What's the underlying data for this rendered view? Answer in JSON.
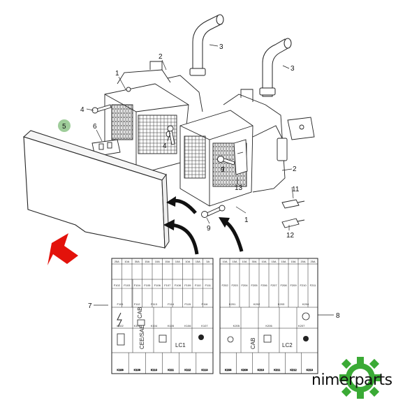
{
  "callouts": {
    "c1a": "1",
    "c1b": "1",
    "c2a": "2",
    "c2b": "2",
    "c3a": "3",
    "c3b": "3",
    "c4a": "4",
    "c4b": "4",
    "c5": "5",
    "c6": "6",
    "c7": "7",
    "c8": "8",
    "c9a": "9",
    "c9b": "9",
    "c11": "11",
    "c12": "12",
    "c13": "13"
  },
  "fuse_chart_left": {
    "ratings": [
      "25A",
      "10A",
      "30A",
      "15A",
      "10A",
      "15A",
      "10A",
      "10A",
      "15A",
      "3A"
    ],
    "row1_codes": [
      "F102",
      "F103",
      "F104",
      "F105",
      "F106",
      "F107",
      "F108",
      "F109",
      "F110",
      "F111"
    ],
    "row2_codes": [
      "F101",
      "F112",
      "F113",
      "F114",
      "F115",
      "F116"
    ],
    "cab_label": "CAB",
    "cee_label": "CEE/SAE",
    "lc_label": "LC1",
    "relay_codes": [
      "K102",
      "K103",
      "K104",
      "K105",
      "K106",
      "K107"
    ],
    "bottom_codes": [
      "K108",
      "K109",
      "K110",
      "K111",
      "K112",
      "K113"
    ]
  },
  "fuse_chart_right": {
    "ratings": [
      "10A",
      "15A",
      "10A",
      "30A",
      "10A",
      "15A",
      "15A",
      "15A",
      "20A",
      "25A"
    ],
    "row1_codes": [
      "F202",
      "F203",
      "F204",
      "F205",
      "F206",
      "F207",
      "F208",
      "F209",
      "F210",
      "F211"
    ],
    "row2_codes": [
      "K201",
      "K202",
      "K203",
      "K204"
    ],
    "cab_label": "CAB",
    "lc_label": "LC2",
    "relay_codes": [
      "K205",
      "K206",
      "K207"
    ],
    "bottom_codes": [
      "K208",
      "K209",
      "K210",
      "K211",
      "K212",
      "K213"
    ]
  },
  "brand": {
    "name": "nimerparts",
    "accent": "#3aaa35",
    "arrow_color": "#e3120b"
  }
}
